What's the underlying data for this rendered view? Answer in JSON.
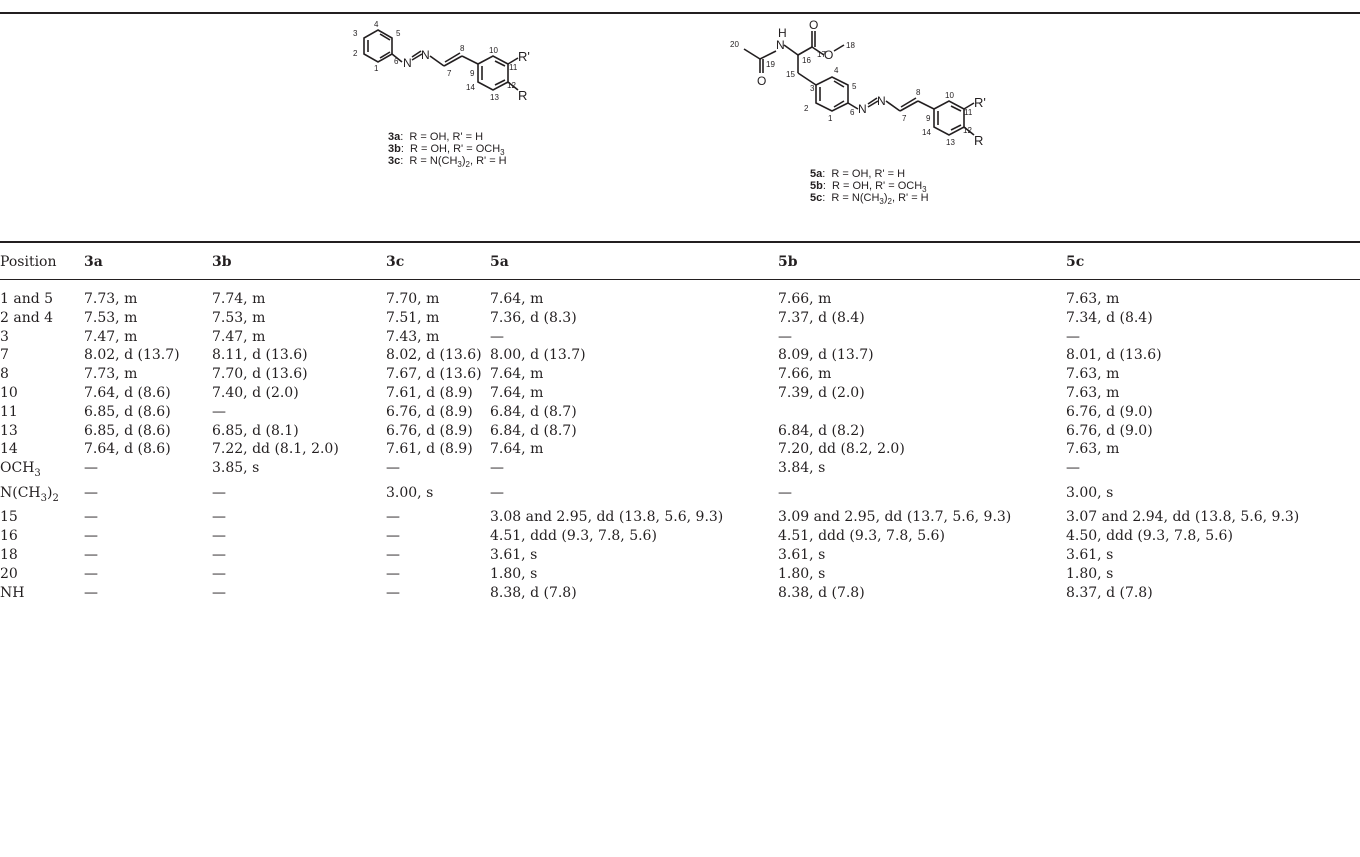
{
  "structures": {
    "left_compounds": [
      {
        "id": "3a",
        "sub": "R = OH, R' = H"
      },
      {
        "id": "3b",
        "sub": "R = OH, R' = OCH3"
      },
      {
        "id": "3c",
        "sub": "R = N(CH3)2, R' = H"
      }
    ],
    "right_compounds": [
      {
        "id": "5a",
        "sub": "R = OH, R' = H"
      },
      {
        "id": "5b",
        "sub": "R = OH, R' = OCH3"
      },
      {
        "id": "5c",
        "sub": "R = N(CH3)2, R' = H"
      }
    ],
    "atoms": {
      "N": "N",
      "H": "H",
      "O": "O",
      "R": "R",
      "Rp": "R'"
    },
    "left_numbers": [
      "1",
      "2",
      "3",
      "4",
      "5",
      "6",
      "7",
      "8",
      "9",
      "10",
      "11",
      "12",
      "13",
      "14"
    ],
    "right_numbers": [
      "1",
      "2",
      "3",
      "4",
      "5",
      "6",
      "7",
      "8",
      "9",
      "10",
      "11",
      "12",
      "13",
      "14",
      "15",
      "16",
      "17",
      "18",
      "19",
      "20"
    ]
  },
  "table": {
    "columns": [
      "Position",
      "3a",
      "3b",
      "3c",
      "5a",
      "5b",
      "5c"
    ],
    "rows": [
      [
        "1 and 5",
        "7.73, m",
        "7.74, m",
        "7.70, m",
        "7.64, m",
        "7.66, m",
        "7.63, m"
      ],
      [
        "2 and 4",
        "7.53, m",
        "7.53, m",
        "7.51, m",
        "7.36, d (8.3)",
        "7.37, d (8.4)",
        "7.34, d (8.4)"
      ],
      [
        "3",
        "7.47, m",
        "7.47, m",
        "7.43, m",
        "—",
        "—",
        "—"
      ],
      [
        "7",
        "8.02, d (13.7)",
        "8.11, d (13.6)",
        "8.02, d (13.6)",
        "8.00, d (13.7)",
        "8.09, d (13.7)",
        "8.01, d (13.6)"
      ],
      [
        "8",
        "7.73, m",
        "7.70, d (13.6)",
        "7.67, d (13.6)",
        "7.64, m",
        "7.66, m",
        "7.63, m"
      ],
      [
        "10",
        "7.64, d (8.6)",
        "7.40, d (2.0)",
        "7.61, d (8.9)",
        "7.64, m",
        "7.39, d (2.0)",
        "7.63, m"
      ],
      [
        "11",
        "6.85, d (8.6)",
        "—",
        "6.76, d (8.9)",
        "6.84, d (8.7)",
        "",
        "6.76, d (9.0)"
      ],
      [
        "13",
        "6.85, d (8.6)",
        "6.85, d (8.1)",
        "6.76, d (8.9)",
        "6.84, d (8.7)",
        "6.84, d (8.2)",
        "6.76, d (9.0)"
      ],
      [
        "14",
        "7.64, d (8.6)",
        "7.22, dd (8.1, 2.0)",
        "7.61, d (8.9)",
        "7.64, m",
        "7.20, dd (8.2, 2.0)",
        "7.63, m"
      ],
      [
        "OCH3",
        "—",
        "3.85, s",
        "—",
        "—",
        "3.84, s",
        "—"
      ],
      [
        "N(CH3)2",
        "—",
        "—",
        "3.00, s",
        "—",
        "—",
        "3.00, s"
      ],
      [
        "15",
        "—",
        "—",
        "—",
        "3.08 and 2.95, dd (13.8, 5.6, 9.3)",
        "3.09 and 2.95, dd (13.7, 5.6, 9.3)",
        "3.07 and 2.94, dd (13.8, 5.6, 9.3)"
      ],
      [
        "16",
        "—",
        "—",
        "—",
        "4.51, ddd (9.3, 7.8, 5.6)",
        "4.51, ddd (9.3, 7.8, 5.6)",
        "4.50, ddd (9.3, 7.8, 5.6)"
      ],
      [
        "18",
        "—",
        "—",
        "—",
        "3.61, s",
        "3.61, s",
        "3.61, s"
      ],
      [
        "20",
        "—",
        "—",
        "—",
        "1.80, s",
        "1.80, s",
        "1.80, s"
      ],
      [
        "NH",
        "—",
        "—",
        "—",
        "8.38, d (7.8)",
        "8.38, d (7.8)",
        "8.37, d (7.8)"
      ]
    ]
  }
}
